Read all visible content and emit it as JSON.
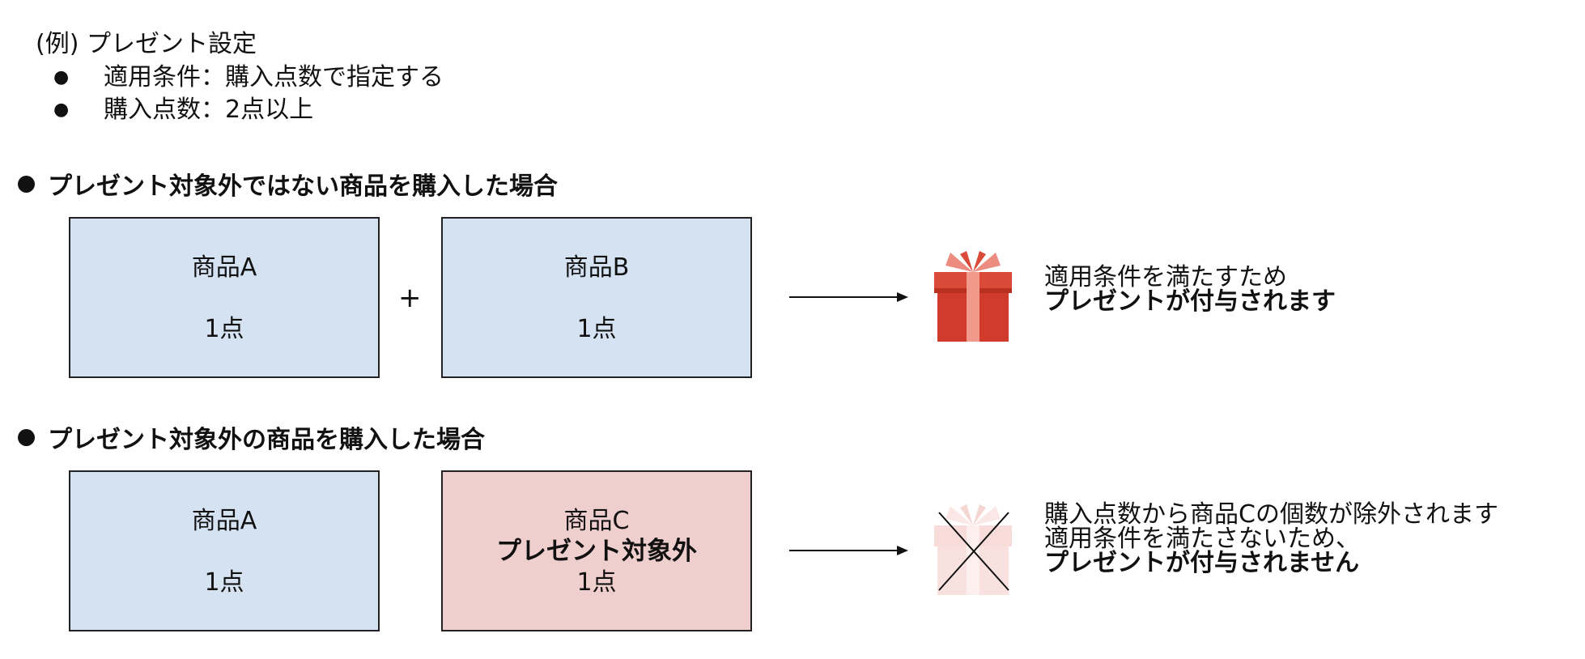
{
  "example": {
    "title": "(例) プレゼント設定",
    "items": [
      {
        "bullet": "●",
        "text": "適用条件：購入点数で指定する"
      },
      {
        "bullet": "●",
        "text": "購入点数：2点以上"
      }
    ]
  },
  "case1": {
    "heading": "プレゼント対象外ではない商品を購入した場合",
    "product_a": {
      "name": "商品A",
      "qty": "1点"
    },
    "plus": "+",
    "product_b": {
      "name": "商品B",
      "qty": "1点"
    },
    "result_line1": "適用条件を満たすため",
    "result_line2": "プレゼントが付与されます"
  },
  "case2": {
    "heading": "プレゼント対象外の商品を購入した場合",
    "product_a": {
      "name": "商品A",
      "qty": "1点"
    },
    "product_c": {
      "name": "商品C",
      "note": "プレゼント対象外",
      "qty": "1点"
    },
    "result_line1": "購入点数から商品Cの個数が除外されます",
    "result_line2": "適用条件を満たさないため、",
    "result_line3": "プレゼントが付与されません"
  },
  "colors": {
    "eligible_box": "#d5e2f1",
    "excluded_box": "#efcfce",
    "gift_red": "#d13b2b",
    "gift_faded": "#f8e1df"
  },
  "icons": {
    "gift_granted": "gift-icon",
    "gift_denied": "gift-crossed-out-icon",
    "arrow": "arrow-right-icon"
  }
}
